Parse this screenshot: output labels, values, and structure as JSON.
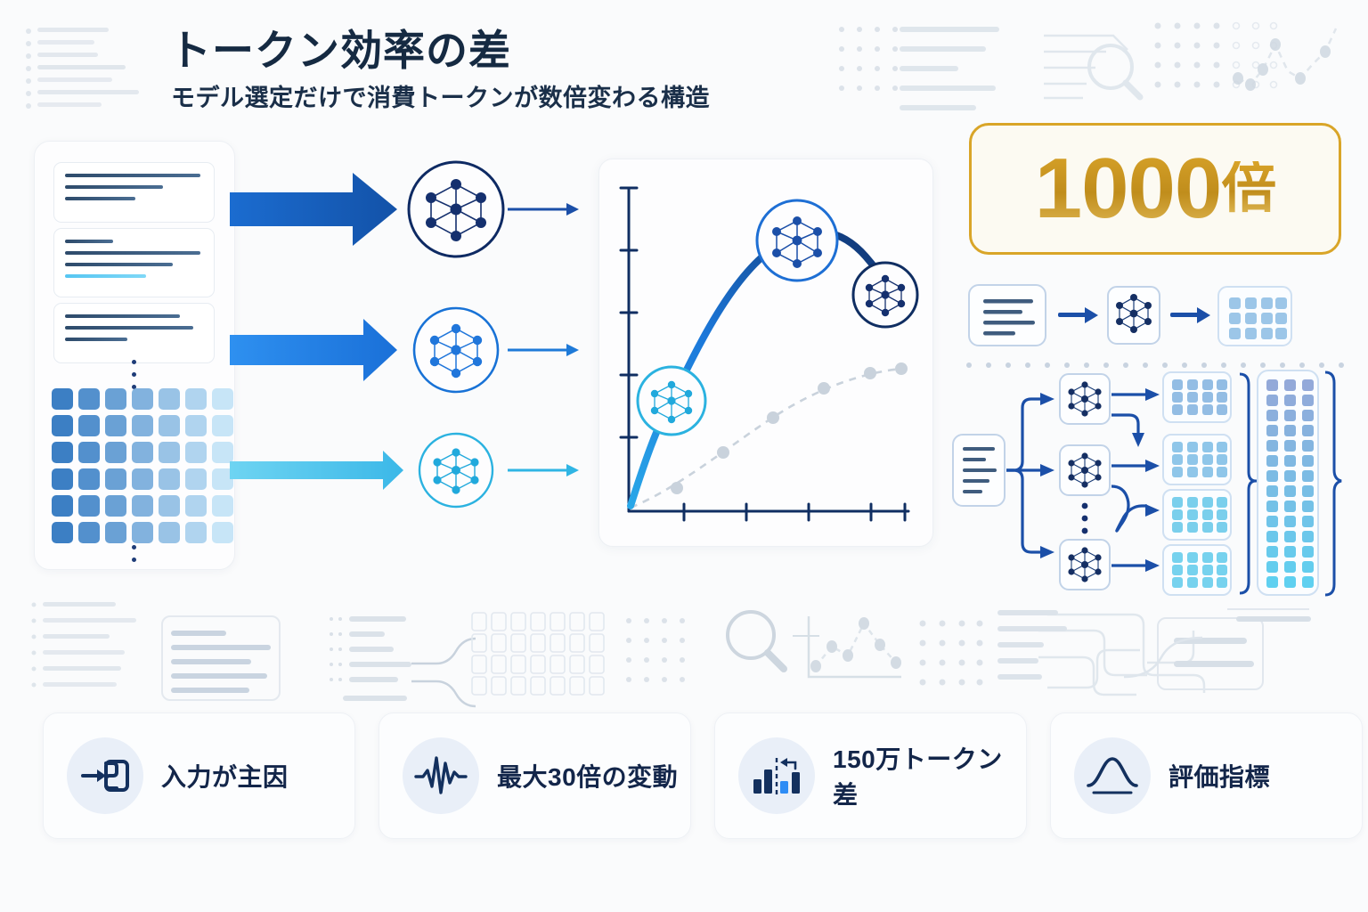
{
  "header": {
    "title": "トークン効率の差",
    "subtitle": "モデル選定だけで消費トークンが数倍変わる構造"
  },
  "badge": {
    "value": "1000",
    "suffix": "倍",
    "border_color": "#D9A528",
    "fill_color": "#FCFAF2",
    "text_color": "#C99326"
  },
  "input_panel": {
    "name": "input-document-stack",
    "doc_cards": [
      {
        "lines": [
          {
            "w": 100,
            "hl": false
          },
          {
            "w": 72,
            "hl": false
          },
          {
            "w": 52,
            "hl": false
          }
        ]
      },
      {
        "lines": [
          {
            "w": 36,
            "hl": false
          },
          {
            "w": 100,
            "hl": false
          },
          {
            "w": 79,
            "hl": false
          },
          {
            "w": 60,
            "hl": true
          }
        ]
      },
      {
        "lines": [
          {
            "w": 85,
            "hl": false
          },
          {
            "w": 95,
            "hl": false
          },
          {
            "w": 46,
            "hl": false
          }
        ]
      }
    ],
    "token_grid": {
      "cols": 7,
      "rows": 6,
      "from": "#3C7FC4",
      "to": "#C7E5F7"
    }
  },
  "flows": [
    {
      "name": "flow-large-model",
      "thickness": 78,
      "color_from": "#1B6CD0",
      "color_to": "#1352A8",
      "node_ring": "#0E2A63",
      "node_dot": "#15306E",
      "out_arrow": "#1B4FA8"
    },
    {
      "name": "flow-medium-model",
      "thickness": 50,
      "color_from": "#2E90F0",
      "color_to": "#1A70D8",
      "node_ring": "#1872D6",
      "node_dot": "#2076DB",
      "out_arrow": "#1E7AD8"
    },
    {
      "name": "flow-small-model",
      "thickness": 26,
      "color_from": "#6ED4F2",
      "color_to": "#3BB8E8",
      "node_ring": "#2BB2E0",
      "node_dot": "#21A9DC",
      "out_arrow": "#2FB5E4"
    }
  ],
  "chart_data": {
    "type": "line",
    "title": "",
    "xlabel": "",
    "ylabel": "",
    "xlim": [
      0,
      10
    ],
    "ylim": [
      0,
      10
    ],
    "grid": false,
    "legend": "none",
    "x_ticks": [
      2,
      4,
      6,
      8,
      10
    ],
    "y_ticks": [
      2,
      4,
      6,
      8,
      10
    ],
    "series": [
      {
        "name": "efficient-model-curve",
        "style": "solid",
        "color_from": "#29A7E8",
        "color_to": "#10326E",
        "x": [
          0.2,
          1.0,
          2.0,
          3.2,
          4.5,
          5.6,
          6.5,
          7.4,
          8.3,
          9.0
        ],
        "y": [
          0.3,
          2.2,
          4.2,
          6.0,
          7.4,
          8.3,
          8.6,
          8.4,
          7.8,
          7.2
        ],
        "markers": [
          {
            "name": "small-model-node",
            "x": 1.0,
            "y": 3.6,
            "color": "#2BB2E0",
            "radius": 38
          },
          {
            "name": "medium-model-node",
            "x": 5.4,
            "y": 8.6,
            "color": "#1E6FD4",
            "radius": 42
          },
          {
            "name": "large-model-node",
            "x": 8.4,
            "y": 7.4,
            "color": "#102E62",
            "radius": 34
          }
        ]
      },
      {
        "name": "baseline-curve",
        "style": "dashed",
        "color": "#C9D2DC",
        "x": [
          0.2,
          1.7,
          3.4,
          5.0,
          6.6,
          8.0,
          9.0
        ],
        "y": [
          0.2,
          1.1,
          2.3,
          3.3,
          4.1,
          4.6,
          4.7
        ]
      }
    ]
  },
  "right_pipeline": {
    "name": "single-pass-pipeline",
    "steps": [
      "document-icon",
      "arrow-right-icon",
      "model-node-icon",
      "arrow-right-icon",
      "token-grid-icon"
    ],
    "grid": {
      "cols": 4,
      "rows": 3
    }
  },
  "right_branch": {
    "name": "multi-pass-branch-diagram",
    "branch_count": 3,
    "output_grids": 4,
    "output_grid": {
      "cols": 4,
      "rows": 3
    },
    "aggregate_column": {
      "cols": 3,
      "rows": 14,
      "from": "#93A9D9",
      "to": "#5FD0F0"
    }
  },
  "bottom_cards": [
    {
      "icon": "input-arrow-into-box-icon",
      "label": "入力が主因"
    },
    {
      "icon": "waveform-icon",
      "label": "最大30倍の変動"
    },
    {
      "icon": "bar-comparison-icon",
      "label": "150万トークン差"
    },
    {
      "icon": "bell-curve-icon",
      "label": "評価指標"
    }
  ],
  "theme": {
    "background": "#FAFBFC",
    "navy": "#13264A",
    "accent_blue": "#1B6CD0",
    "accent_cyan": "#3BB8E8",
    "gold": "#D9A528"
  }
}
